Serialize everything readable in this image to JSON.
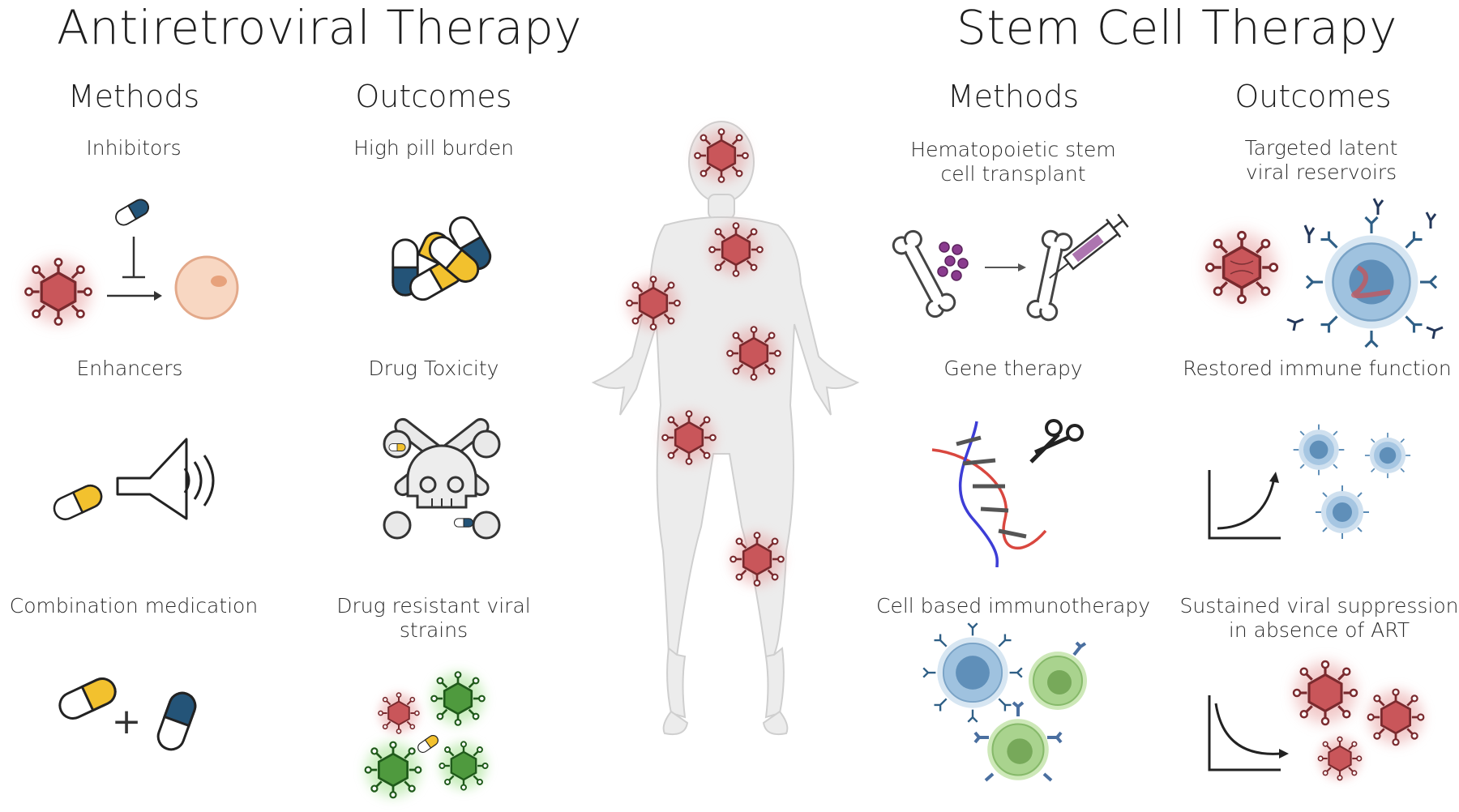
{
  "art": {
    "title": "Antiretroviral Therapy",
    "methods_heading": "Methods",
    "outcomes_heading": "Outcomes",
    "methods": [
      "Inhibitors",
      "Enhancers",
      "Combination medication"
    ],
    "outcomes": [
      "High pill burden",
      "Drug Toxicity",
      "Drug resistant viral strains"
    ]
  },
  "stem": {
    "title": "Stem Cell Therapy",
    "methods_heading": "Methods",
    "outcomes_heading": "Outcomes",
    "methods": [
      "Hematopoietic stem cell transplant",
      "Gene therapy",
      "Cell based immunotherapy"
    ],
    "outcomes": [
      "Targeted latent viral reservoirs",
      "Restored immune function",
      "Sustained viral suppression in absence of ART"
    ]
  },
  "colors": {
    "virus_red": "#c9565a",
    "virus_green": "#4f9a3e",
    "pill_yellow": "#f2c12e",
    "pill_navy": "#245478",
    "cell_peach": "#f8d7c2",
    "immune_blue": "#9fc2df",
    "tcell_green": "#a9d38e",
    "body_gray": "#e9e9e9",
    "dna_red": "#d9473f",
    "dna_blue": "#3d3dd6"
  }
}
